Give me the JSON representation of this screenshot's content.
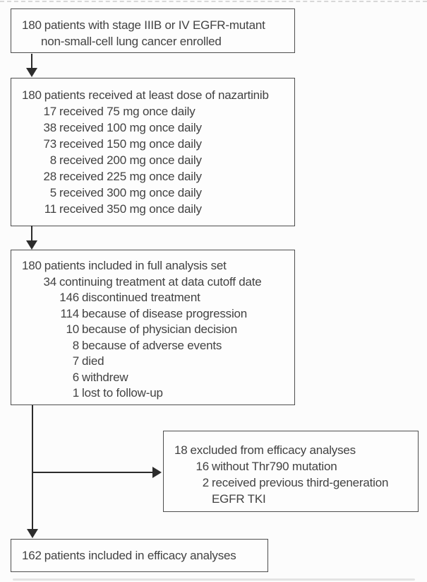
{
  "colors": {
    "text": "#424242",
    "box_border": "#4e4e4e",
    "arrow": "#2c2c2c",
    "background": "#fcfcfc"
  },
  "boxes": {
    "enrolled": {
      "lines": [
        {
          "n": "180",
          "t": "patients with stage IIIB or IV EGFR-mutant"
        },
        {
          "n": "",
          "t": "non-small-cell lung cancer enrolled"
        }
      ]
    },
    "treatment": {
      "lines": [
        {
          "n": "180",
          "t": "patients received at least dose of nazartinib"
        },
        {
          "n": "17",
          "t": "received 75 mg once daily"
        },
        {
          "n": "38",
          "t": "received 100 mg once daily"
        },
        {
          "n": "73",
          "t": "received 150 mg once daily"
        },
        {
          "n": "8",
          "t": "received 200 mg once daily"
        },
        {
          "n": "28",
          "t": "received 225 mg once daily"
        },
        {
          "n": "5",
          "t": "received 300 mg once daily"
        },
        {
          "n": "11",
          "t": "received 350 mg once daily"
        }
      ]
    },
    "full_analysis": {
      "lines": [
        {
          "n": "180",
          "t": "patients included in full analysis set"
        },
        {
          "n": "34",
          "t": "continuing treatment at data cutoff date"
        },
        {
          "n": "146",
          "t": "discontinued treatment"
        },
        {
          "n": "114",
          "t": "because of disease progression"
        },
        {
          "n": "10",
          "t": "because of physician decision"
        },
        {
          "n": "8",
          "t": "because of adverse events"
        },
        {
          "n": "7",
          "t": "died"
        },
        {
          "n": "6",
          "t": "withdrew"
        },
        {
          "n": "1",
          "t": "lost to follow-up"
        }
      ]
    },
    "excluded": {
      "lines": [
        {
          "n": "18",
          "t": "excluded from efficacy analyses"
        },
        {
          "n": "16",
          "t": "without Thr790 mutation"
        },
        {
          "n": "2",
          "t": "received previous third-generation"
        },
        {
          "n": "",
          "t": "EGFR TKI"
        }
      ]
    },
    "efficacy": {
      "lines": [
        {
          "n": "162",
          "t": "patients included in efficacy analyses"
        }
      ]
    }
  }
}
